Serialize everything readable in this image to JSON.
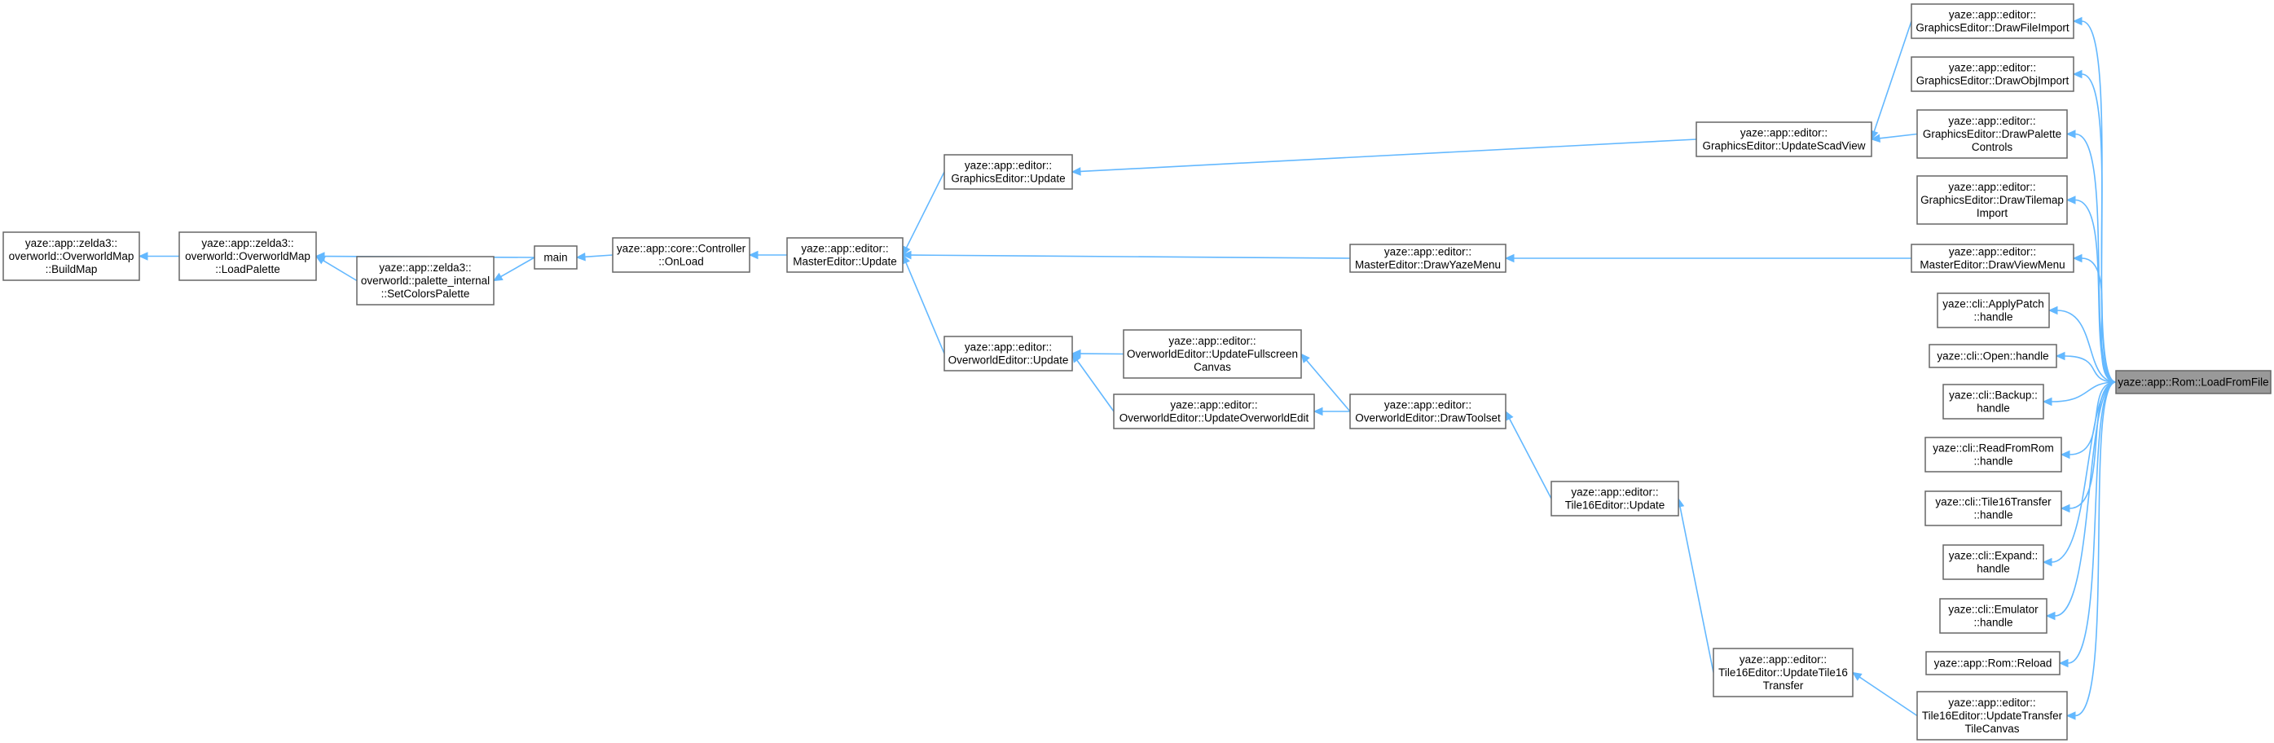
{
  "graph": {
    "edge_color": "#63b8ff",
    "node_border_color": "#666666",
    "highlight_fill": "#999999",
    "nodes": [
      {
        "id": "buildmap",
        "lines": [
          "yaze::app::zelda3::",
          "overworld::OverworldMap",
          "::BuildMap"
        ]
      },
      {
        "id": "loadpalette",
        "lines": [
          "yaze::app::zelda3::",
          "overworld::OverworldMap",
          "::LoadPalette"
        ]
      },
      {
        "id": "setcolors",
        "lines": [
          "yaze::app::zelda3::",
          "overworld::palette_internal",
          "::SetColorsPalette"
        ]
      },
      {
        "id": "main",
        "lines": [
          "main"
        ]
      },
      {
        "id": "onload",
        "lines": [
          "yaze::app::core::Controller",
          "::OnLoad"
        ]
      },
      {
        "id": "master_update",
        "lines": [
          "yaze::app::editor::",
          "MasterEditor::Update"
        ]
      },
      {
        "id": "graphics_update",
        "lines": [
          "yaze::app::editor::",
          "GraphicsEditor::Update"
        ]
      },
      {
        "id": "overworld_update",
        "lines": [
          "yaze::app::editor::",
          "OverworldEditor::Update"
        ]
      },
      {
        "id": "update_fullscreen",
        "lines": [
          "yaze::app::editor::",
          "OverworldEditor::UpdateFullscreen",
          "Canvas"
        ]
      },
      {
        "id": "update_overworld_edit",
        "lines": [
          "yaze::app::editor::",
          "OverworldEditor::UpdateOverworldEdit"
        ]
      },
      {
        "id": "draw_yaze_menu",
        "lines": [
          "yaze::app::editor::",
          "MasterEditor::DrawYazeMenu"
        ]
      },
      {
        "id": "draw_toolset",
        "lines": [
          "yaze::app::editor::",
          "OverworldEditor::DrawToolset"
        ]
      },
      {
        "id": "tile16_update",
        "lines": [
          "yaze::app::editor::",
          "Tile16Editor::Update"
        ]
      },
      {
        "id": "tile16_transfer",
        "lines": [
          "yaze::app::editor::",
          "Tile16Editor::UpdateTile16",
          "Transfer"
        ]
      },
      {
        "id": "update_scad_view",
        "lines": [
          "yaze::app::editor::",
          "GraphicsEditor::UpdateScadView"
        ]
      },
      {
        "id": "draw_file_import",
        "lines": [
          "yaze::app::editor::",
          "GraphicsEditor::DrawFileImport"
        ]
      },
      {
        "id": "draw_obj_import",
        "lines": [
          "yaze::app::editor::",
          "GraphicsEditor::DrawObjImport"
        ]
      },
      {
        "id": "draw_palette_controls",
        "lines": [
          "yaze::app::editor::",
          "GraphicsEditor::DrawPalette",
          "Controls"
        ]
      },
      {
        "id": "draw_tilemap_import",
        "lines": [
          "yaze::app::editor::",
          "GraphicsEditor::DrawTilemap",
          "Import"
        ]
      },
      {
        "id": "draw_view_menu",
        "lines": [
          "yaze::app::editor::",
          "MasterEditor::DrawViewMenu"
        ]
      },
      {
        "id": "apply_patch",
        "lines": [
          "yaze::cli::ApplyPatch",
          "::handle"
        ]
      },
      {
        "id": "open_handle",
        "lines": [
          "yaze::cli::Open::handle"
        ]
      },
      {
        "id": "backup_handle",
        "lines": [
          "yaze::cli::Backup::",
          "handle"
        ]
      },
      {
        "id": "readfromrom_handle",
        "lines": [
          "yaze::cli::ReadFromRom",
          "::handle"
        ]
      },
      {
        "id": "tile16transfer_handle",
        "lines": [
          "yaze::cli::Tile16Transfer",
          "::handle"
        ]
      },
      {
        "id": "expand_handle",
        "lines": [
          "yaze::cli::Expand::",
          "handle"
        ]
      },
      {
        "id": "emulator_handle",
        "lines": [
          "yaze::cli::Emulator",
          "::handle"
        ]
      },
      {
        "id": "rom_reload",
        "lines": [
          "yaze::app::Rom::Reload"
        ]
      },
      {
        "id": "update_transfer_tile_canvas",
        "lines": [
          "yaze::app::editor::",
          "Tile16Editor::UpdateTransfer",
          "TileCanvas"
        ]
      },
      {
        "id": "load_from_file",
        "lines": [
          "yaze::app::Rom::LoadFromFile"
        ],
        "highlight": true
      }
    ]
  }
}
